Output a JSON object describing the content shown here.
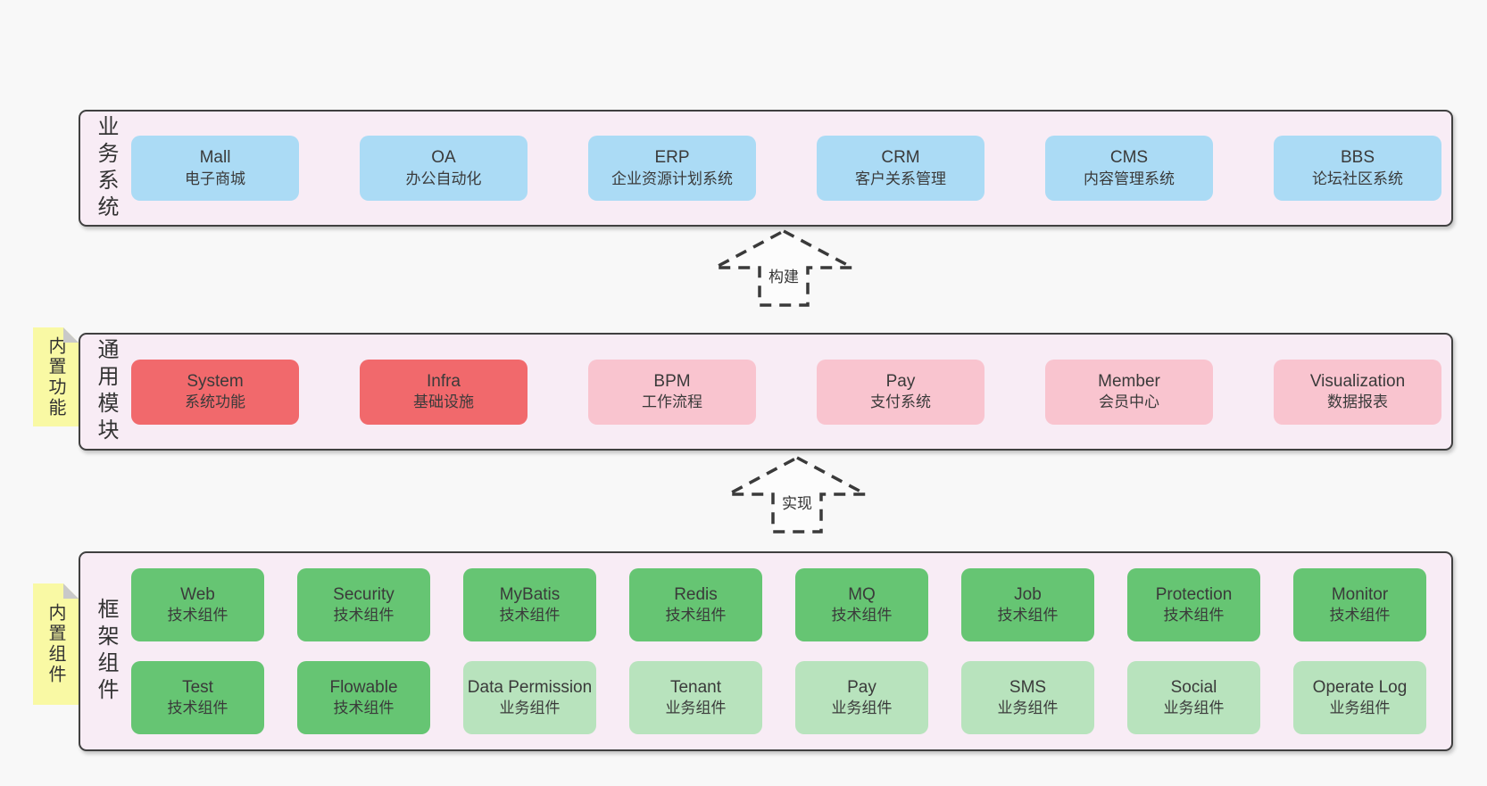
{
  "colors": {
    "bg": "#f8f8f8",
    "panel": "#f8ecf5",
    "border": "#404040",
    "text": "#3a3a3a",
    "blue": "#abdbf5",
    "red": "#f1696c",
    "pink": "#f9c4cf",
    "green": "#66c573",
    "greenlight": "#b8e3bd",
    "yellow": "#f9f9a4",
    "fold": "#c9c9c9"
  },
  "arrows": [
    {
      "label": "构建"
    },
    {
      "label": "实现"
    }
  ],
  "layers": [
    {
      "side_label": "业务系统",
      "boxes": [
        {
          "name": "Mall",
          "desc": "电子商城"
        },
        {
          "name": "OA",
          "desc": "办公自动化"
        },
        {
          "name": "ERP",
          "desc": "企业资源计划系统"
        },
        {
          "name": "CRM",
          "desc": "客户关系管理"
        },
        {
          "name": "CMS",
          "desc": "内容管理系统"
        },
        {
          "name": "BBS",
          "desc": "论坛社区系统"
        }
      ]
    },
    {
      "side_label": "通用模块",
      "tab": "内置功能",
      "boxes": [
        {
          "name": "System",
          "desc": "系统功能"
        },
        {
          "name": "Infra",
          "desc": "基础设施"
        },
        {
          "name": "BPM",
          "desc": "工作流程"
        },
        {
          "name": "Pay",
          "desc": "支付系统"
        },
        {
          "name": "Member",
          "desc": "会员中心"
        },
        {
          "name": "Visualization",
          "desc": "数据报表"
        }
      ]
    },
    {
      "side_label": "框架组件",
      "tab": "内置组件",
      "rows": [
        [
          {
            "name": "Web",
            "desc": "技术组件"
          },
          {
            "name": "Security",
            "desc": "技术组件"
          },
          {
            "name": "MyBatis",
            "desc": "技术组件"
          },
          {
            "name": "Redis",
            "desc": "技术组件"
          },
          {
            "name": "MQ",
            "desc": "技术组件"
          },
          {
            "name": "Job",
            "desc": "技术组件"
          },
          {
            "name": "Protection",
            "desc": "技术组件"
          },
          {
            "name": "Monitor",
            "desc": "技术组件"
          }
        ],
        [
          {
            "name": "Test",
            "desc": "技术组件"
          },
          {
            "name": "Flowable",
            "desc": "技术组件"
          },
          {
            "name": "Data Permission",
            "desc": "业务组件"
          },
          {
            "name": "Tenant",
            "desc": "业务组件"
          },
          {
            "name": "Pay",
            "desc": "业务组件"
          },
          {
            "name": "SMS",
            "desc": "业务组件"
          },
          {
            "name": "Social",
            "desc": "业务组件"
          },
          {
            "name": "Operate Log",
            "desc": "业务组件"
          }
        ]
      ]
    }
  ]
}
